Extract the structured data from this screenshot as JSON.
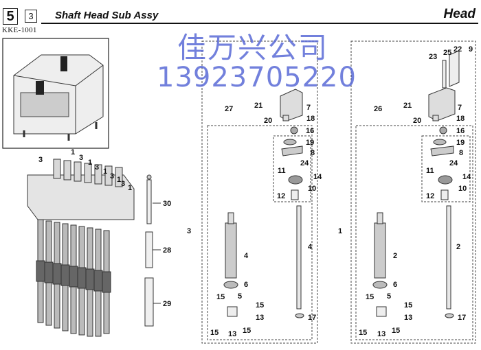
{
  "header": {
    "section_number": "5",
    "subsection_number": "3",
    "title": "Shaft Head Sub Assy",
    "category": "Head",
    "doc_code": "KKE-1001"
  },
  "watermark": {
    "line1": "佳万兴公司",
    "line2": "13923705220"
  },
  "callouts": {
    "left": [
      "3",
      "1",
      "3",
      "1",
      "3",
      "1",
      "3",
      "1",
      "3",
      "1"
    ],
    "rods": [
      "30",
      "28",
      "29"
    ],
    "mid": [
      "27",
      "3",
      "4",
      "4",
      "5",
      "6",
      "7",
      "8",
      "10",
      "11",
      "12",
      "13",
      "13",
      "14",
      "15",
      "15",
      "15",
      "15",
      "16",
      "17",
      "18",
      "19",
      "20",
      "21",
      "24"
    ],
    "right": [
      "26",
      "1",
      "2",
      "2",
      "5",
      "6",
      "7",
      "8",
      "9",
      "10",
      "11",
      "12",
      "13",
      "13",
      "14",
      "15",
      "15",
      "15",
      "15",
      "16",
      "17",
      "18",
      "19",
      "20",
      "21",
      "22",
      "23",
      "24",
      "25"
    ]
  }
}
